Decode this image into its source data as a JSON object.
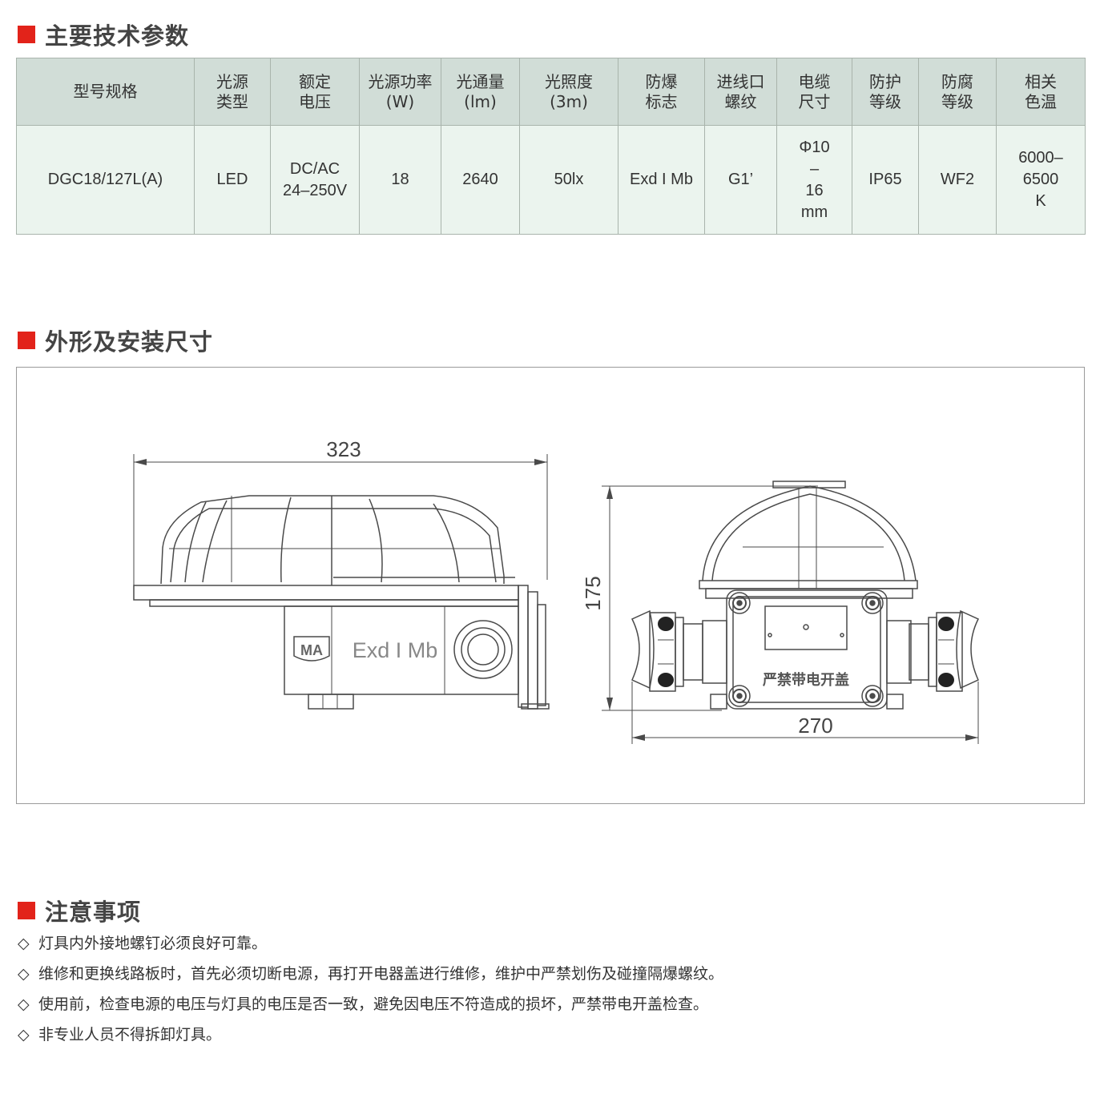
{
  "sections": {
    "spec_title": "主要技术参数",
    "drawing_title": "外形及安装尺寸",
    "notes_title": "注意事项"
  },
  "spec_table": {
    "headers": [
      "型号规格",
      "光源\n类型",
      "额定\n电压",
      "光源功率\n(W)",
      "光通量\n(lm)",
      "光照度\n(3m)",
      "防爆\n标志",
      "进线口\n螺纹",
      "电缆\n尺寸",
      "防护\n等级",
      "防腐\n等级",
      "相关\n色温"
    ],
    "row": [
      "DGC18/127L(A)",
      "LED",
      "DC/AC\n24–250V",
      "18",
      "2640",
      "50lx",
      "Exd I Mb",
      "G1’",
      "Φ10\n–\n16\nmm",
      "IP65",
      "WF2",
      "6000–\n6500\nK"
    ]
  },
  "drawing": {
    "width_dim": "323",
    "height_dim": "175",
    "depth_dim": "270",
    "side_mark_logo": "MA",
    "side_mark_text": "Exd I Mb",
    "cover_warning": "严禁带电开盖"
  },
  "notes": {
    "bullet": "◇",
    "items": [
      "灯具内外接地螺钉必须良好可靠。",
      "维修和更换线路板时，首先必须切断电源，再打开电器盖进行维修，维护中严禁划伤及碰撞隔爆螺纹。",
      "使用前，检查电源的电压与灯具的电压是否一致，避免因电压不符造成的损坏，严禁带电开盖检查。",
      "非专业人员不得拆卸灯具。"
    ]
  },
  "colors": {
    "accent": "#e2231a",
    "header_bg": "#d1ddd7",
    "row_bg": "#ebf4ee"
  }
}
